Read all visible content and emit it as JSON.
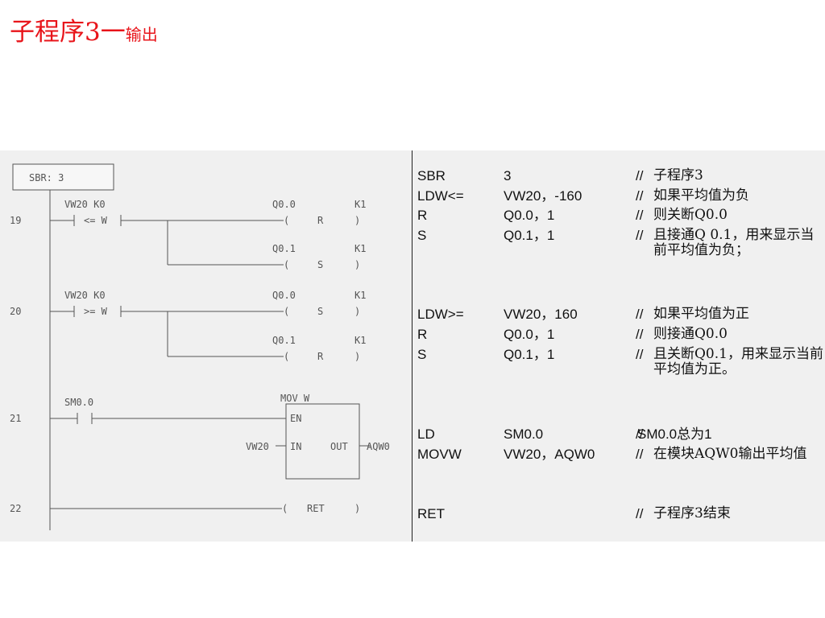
{
  "title": {
    "main": "子程序3一",
    "sub": "输出"
  },
  "ladder": {
    "header": "SBR:  3",
    "networks": [
      {
        "num": "19",
        "contact_top": "VW20  K0",
        "contact_op": "<= W",
        "coils": [
          {
            "addr": "Q0.0",
            "op": "R",
            "k": "K1"
          },
          {
            "addr": "Q0.1",
            "op": "S",
            "k": "K1"
          }
        ]
      },
      {
        "num": "20",
        "contact_top": "VW20 K0",
        "contact_op": ">= W",
        "coils": [
          {
            "addr": "Q0.0",
            "op": "S",
            "k": "K1"
          },
          {
            "addr": "Q0.1",
            "op": "R",
            "k": "K1"
          }
        ]
      },
      {
        "num": "21",
        "contact_top": "SM0.0",
        "box": {
          "name": "MOV_W",
          "en": "EN",
          "in_label": "IN",
          "out_label": "OUT",
          "in_val": "VW20",
          "out_val": "AQW0"
        }
      },
      {
        "num": "22",
        "coil": "RET"
      }
    ]
  },
  "stl": [
    {
      "op": "SBR",
      "arg": "3",
      "comment": "子程序3"
    },
    {
      "op": "LDW<=",
      "arg": "VW20，-160",
      "comment": "如果平均值为负"
    },
    {
      "op": "R",
      "arg": "Q0.0，1",
      "comment": "则关断Q0.0"
    },
    {
      "op": "S",
      "arg": "Q0.1，1",
      "comment": "且接通Q 0.1，用来显示当前平均值为负；"
    },
    {
      "op": "LDW>=",
      "arg": "VW20，160",
      "comment": "如果平均值为正"
    },
    {
      "op": "R",
      "arg": "Q0.0，1",
      "comment": "则接通Q0.0"
    },
    {
      "op": "S",
      "arg": "Q0.1，1",
      "comment": "且关断Q0.1，用来显示当前平均值为正。"
    },
    {
      "op": "LD",
      "arg": "SM0.0",
      "comment": "SM0.0总为1"
    },
    {
      "op": "MOVW",
      "arg": "VW20，AQW0",
      "comment": "在模块AQW0输出平均值"
    },
    {
      "op": "RET",
      "arg": "",
      "comment": "子程序3结束"
    }
  ],
  "comment_marker": "//"
}
